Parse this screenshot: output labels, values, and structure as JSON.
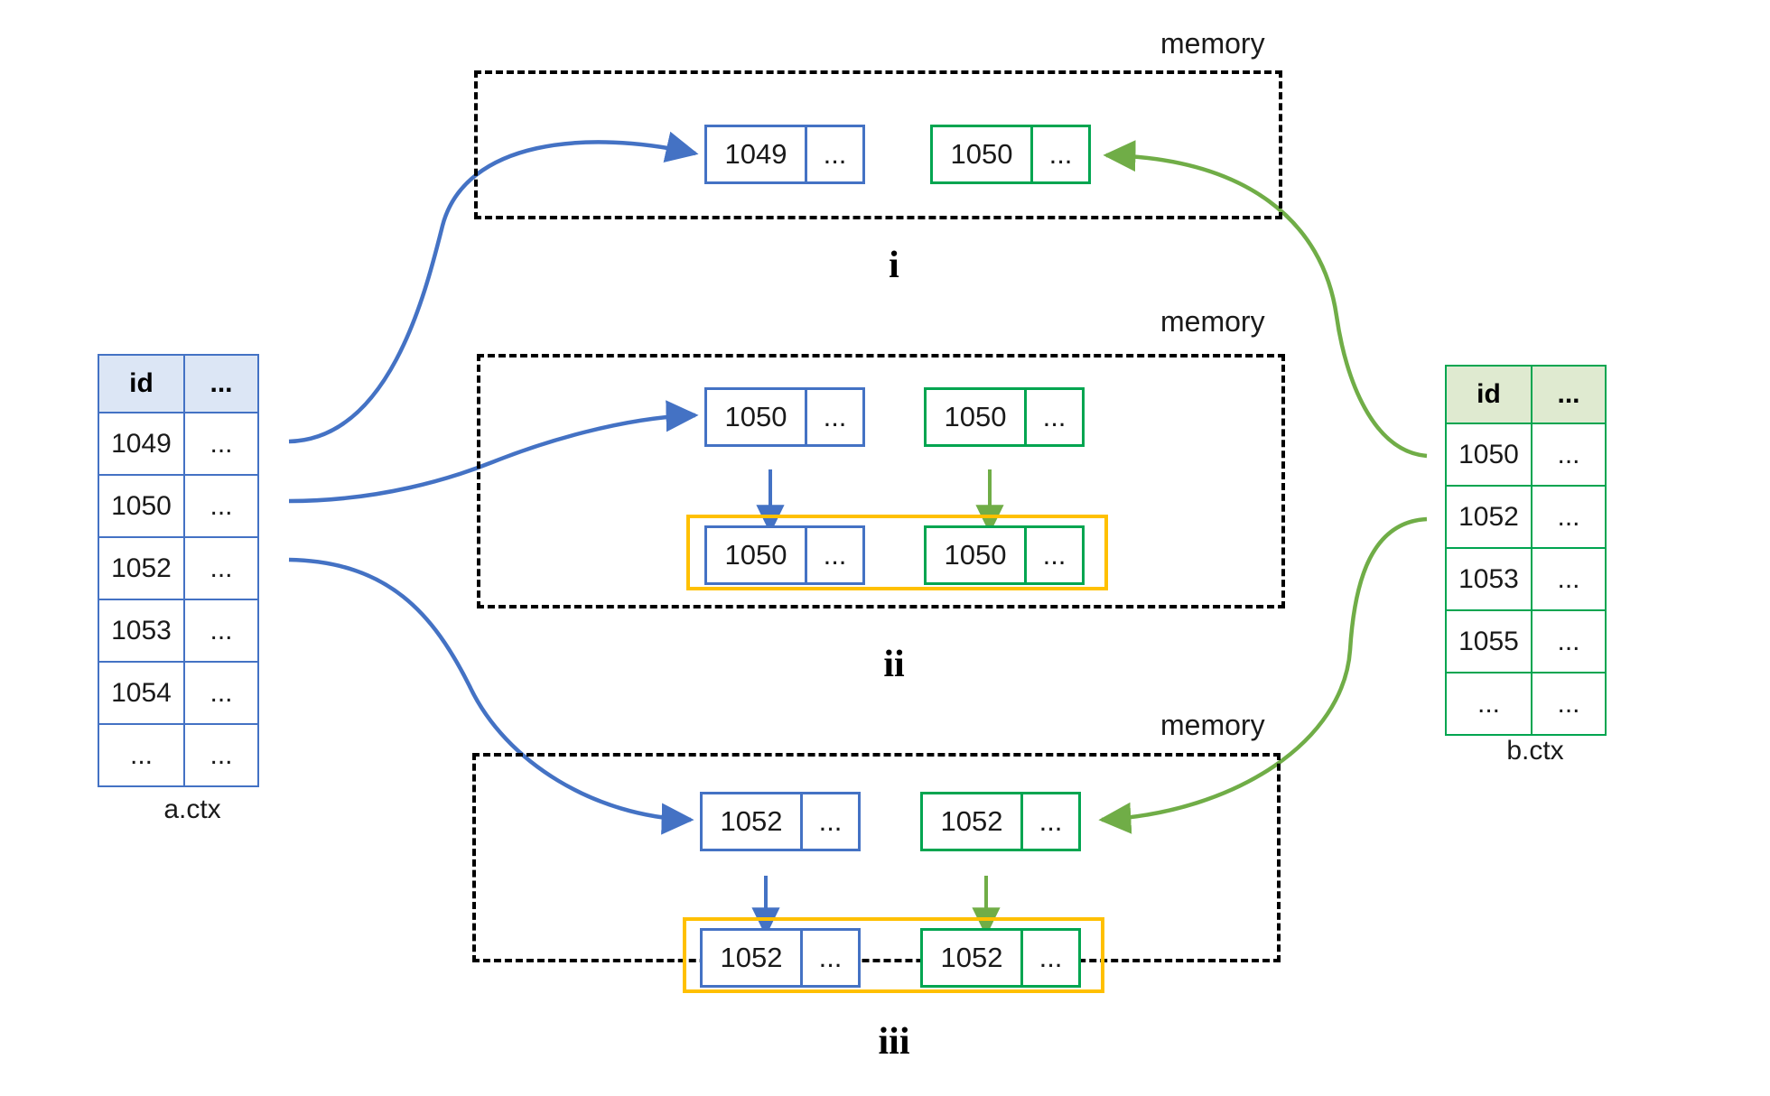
{
  "diagram": {
    "title": "context memory record diagram",
    "colors": {
      "blue": "#4472C4",
      "green": "#00A550",
      "green_arrow": "#70AD47",
      "orange": "#FFC000",
      "dashed": "#000000",
      "blue_header_fill": "#DCE6F5",
      "green_header_fill": "#DFEAD0"
    }
  },
  "left_table": {
    "caption": "a.ctx",
    "headers": [
      "id",
      "..."
    ],
    "rows": [
      [
        "1049",
        "..."
      ],
      [
        "1050",
        "..."
      ],
      [
        "1052",
        "..."
      ],
      [
        "1053",
        "..."
      ],
      [
        "1054",
        "..."
      ],
      [
        "...",
        "..."
      ]
    ]
  },
  "right_table": {
    "caption": "b.ctx",
    "headers": [
      "id",
      "..."
    ],
    "rows": [
      [
        "1050",
        "..."
      ],
      [
        "1052",
        "..."
      ],
      [
        "1053",
        "..."
      ],
      [
        "1055",
        "..."
      ],
      [
        "...",
        "..."
      ]
    ]
  },
  "panels": [
    {
      "numeral": "i",
      "memory_label": "memory",
      "top_records": [
        {
          "id": "1049",
          "dots": "...",
          "color": "blue"
        },
        {
          "id": "1050",
          "dots": "...",
          "color": "green"
        }
      ],
      "group_records": []
    },
    {
      "numeral": "ii",
      "memory_label": "memory",
      "top_records": [
        {
          "id": "1050",
          "dots": "...",
          "color": "blue"
        },
        {
          "id": "1050",
          "dots": "...",
          "color": "green"
        }
      ],
      "group_records": [
        {
          "id": "1050",
          "dots": "...",
          "color": "blue"
        },
        {
          "id": "1050",
          "dots": "...",
          "color": "green"
        }
      ]
    },
    {
      "numeral": "iii",
      "memory_label": "memory",
      "top_records": [
        {
          "id": "1052",
          "dots": "...",
          "color": "blue"
        },
        {
          "id": "1052",
          "dots": "...",
          "color": "green"
        }
      ],
      "group_records": [
        {
          "id": "1052",
          "dots": "...",
          "color": "blue"
        },
        {
          "id": "1052",
          "dots": "...",
          "color": "green"
        }
      ]
    }
  ]
}
